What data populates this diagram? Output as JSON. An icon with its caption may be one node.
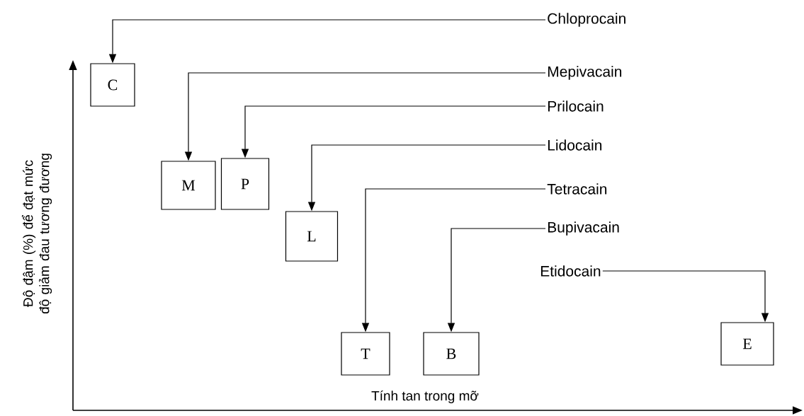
{
  "diagram": {
    "nodes": [
      {
        "text": [
          "Chloprocain"
        ]
      },
      {
        "text": [
          "Mepivacain"
        ]
      },
      {
        "text": [
          "Prilocain"
        ]
      },
      {
        "text": [
          "Lidocain"
        ]
      },
      {
        "text": [
          "Tetracain"
        ]
      },
      {
        "text": [
          "Bupivacain"
        ]
      },
      {
        "text": [
          "Etidocain"
        ]
      },
      {
        "text": [
          "C"
        ]
      },
      {
        "text": [
          "M"
        ]
      },
      {
        "text": [
          "P"
        ]
      },
      {
        "text": [
          "L"
        ]
      },
      {
        "text": [
          "T"
        ]
      },
      {
        "text": [
          "B"
        ]
      },
      {
        "text": [
          "E"
        ]
      }
    ],
    "edges": [
      {
        "from": 0,
        "to": 7,
        "arrow": "to"
      },
      {
        "from": 1,
        "to": 8,
        "arrow": "to"
      },
      {
        "from": 2,
        "to": 9,
        "arrow": "to"
      },
      {
        "from": 3,
        "to": 10,
        "arrow": "to"
      },
      {
        "from": 4,
        "to": 11,
        "arrow": "to"
      },
      {
        "from": 5,
        "to": 12,
        "arrow": "to"
      },
      {
        "from": 6,
        "to": 13,
        "arrow": "to"
      }
    ],
    "labels": [
      "Độ đậm (%) để đạt mức độ giảm đau tương đương",
      "Tính tan trong mỡ"
    ]
  }
}
